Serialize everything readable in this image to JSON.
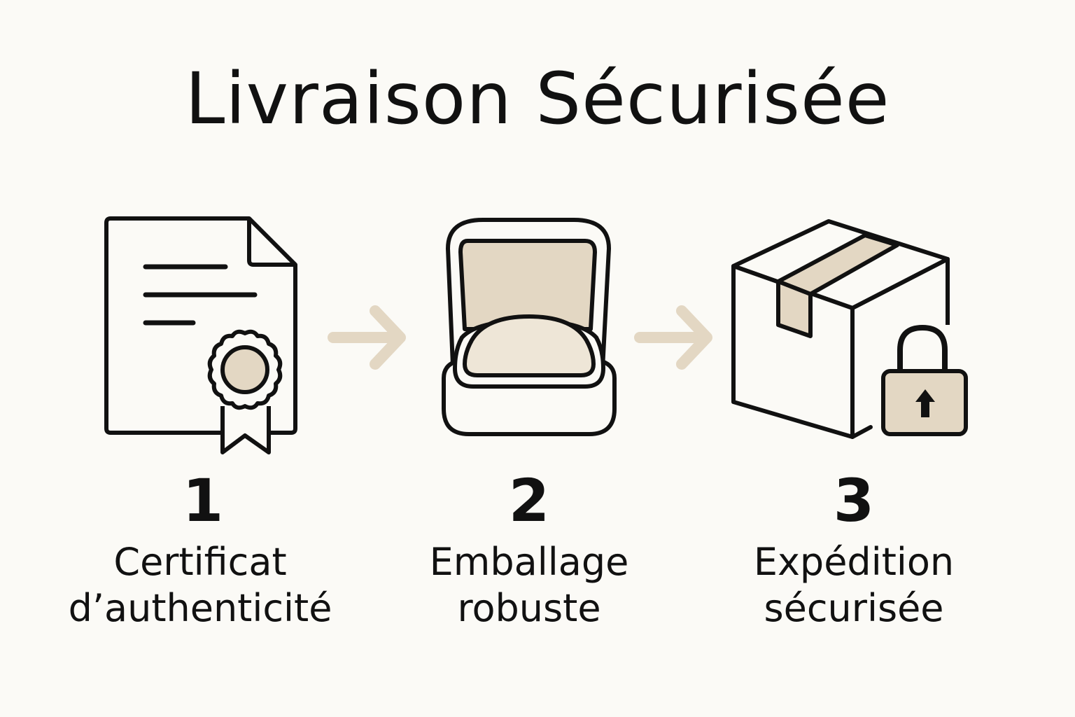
{
  "title": "Livraison Sécurisée",
  "colors": {
    "background": "#fbfaf6",
    "ink": "#111111",
    "accent": "#e3d7c3",
    "accent_light": "#eee6d7"
  },
  "steps": [
    {
      "number": "1",
      "label_line1": "Certificat",
      "label_line2": "d’authenticité",
      "icon": "certificate-document-icon"
    },
    {
      "number": "2",
      "label_line1": "Emballage",
      "label_line2": "robuste",
      "icon": "open-jewelry-box-icon"
    },
    {
      "number": "3",
      "label_line1": "Expédition",
      "label_line2": "sécurisée",
      "icon": "locked-parcel-icon"
    }
  ]
}
